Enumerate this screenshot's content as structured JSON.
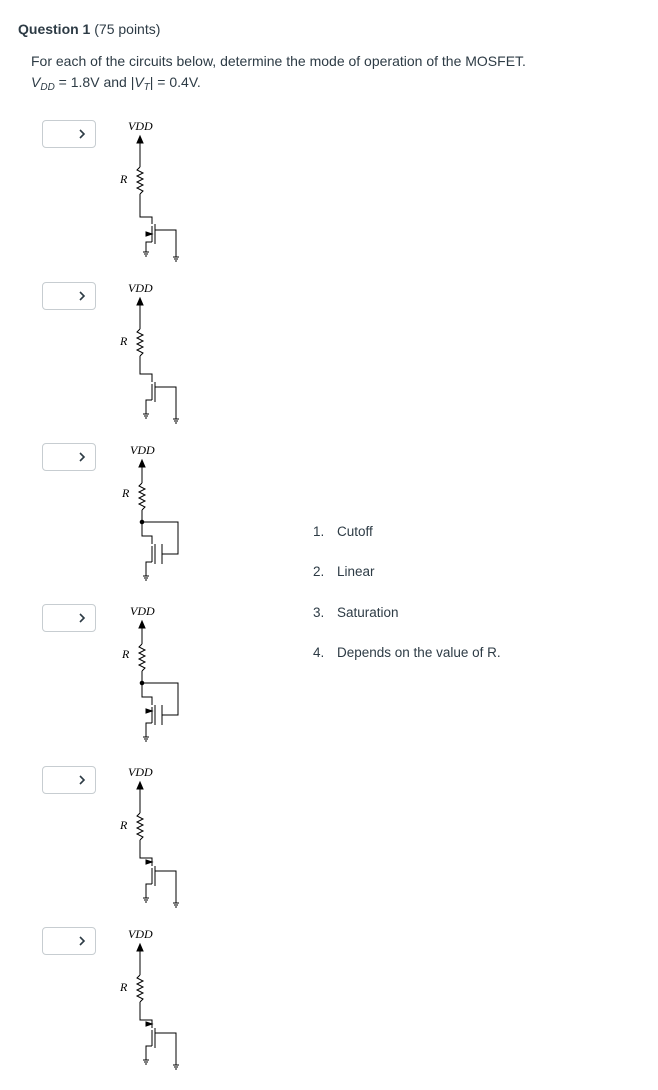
{
  "question": {
    "title": "Question 1",
    "points": "(75 points)",
    "prompt_line1": "For each of the circuits below, determine the mode of operation of the MOSFET.",
    "vdd_symbol": "V",
    "vdd_sub": "DD",
    "vdd_value": " = 1.8V and |",
    "vt_symbol": "V",
    "vt_sub": "T",
    "vt_value": "| = 0.4V."
  },
  "dropdowns": [
    {
      "selected": ""
    },
    {
      "selected": ""
    },
    {
      "selected": ""
    },
    {
      "selected": ""
    },
    {
      "selected": ""
    },
    {
      "selected": ""
    }
  ],
  "circuit_labels": {
    "supply": "VDD",
    "resistor": "R"
  },
  "answers": [
    {
      "num": "1.",
      "text": "Cutoff"
    },
    {
      "num": "2.",
      "text": "Linear"
    },
    {
      "num": "3.",
      "text": "Saturation"
    },
    {
      "num": "4.",
      "text": "Depends on the value of R."
    }
  ],
  "icons": {
    "dropdown": "chevron-down-icon"
  }
}
